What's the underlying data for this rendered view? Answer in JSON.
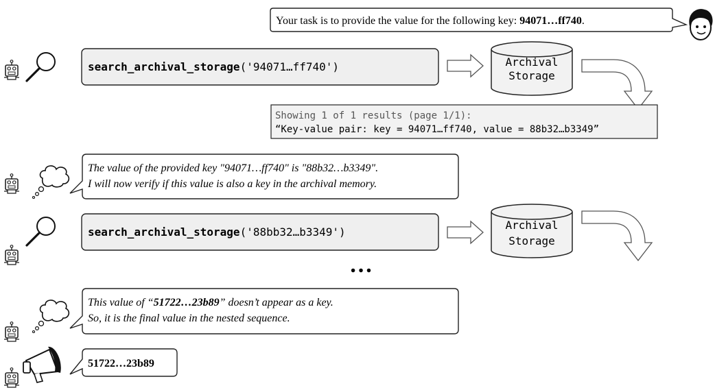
{
  "user": {
    "task_prefix": "Your task is to provide the value for the following key: ",
    "task_key": "94071…ff740",
    "task_suffix": "."
  },
  "calls": [
    {
      "fn": "search_archival_storage",
      "arg": "('94071…ff740')"
    },
    {
      "fn": "search_archival_storage",
      "arg": "('88bb32…b3349')"
    }
  ],
  "storage": {
    "line1": "Archival",
    "line2": "Storage"
  },
  "result": {
    "line1": "Showing 1 of 1 results (page 1/1):",
    "line2": "“Key-value pair: key = 94071…ff740, value = 88b32…b3349”"
  },
  "thoughts": [
    {
      "line1": "The value of the provided key \"94071…ff740\" is \"88b32…b3349\".",
      "line2": "I will now verify if this value is also a key in the archival memory."
    },
    {
      "line1_prefix": "This value of “",
      "line1_bold": "51722…23b89",
      "line1_suffix": "” doesn’t appear as a key.",
      "line2": "So, it is the final value in the nested sequence."
    }
  ],
  "ellipsis": "…",
  "answer": "51722…23b89"
}
